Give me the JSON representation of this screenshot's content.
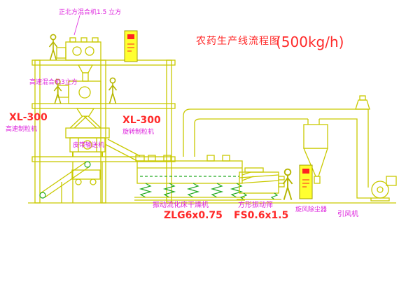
{
  "title": {
    "main": "农药生产线流程图",
    "capacity": "(500kg/h)"
  },
  "equipment_labels": {
    "top_mixer": "正北方混合机1.5 立方",
    "high_speed_mixer": "高速混合机3立方",
    "granulator_left": {
      "model": "XL-300",
      "name": "高速制粒机"
    },
    "granulator_right": {
      "model": "XL-300",
      "name": "旋转制粒机"
    },
    "belt_conveyor": "皮带输送机",
    "fluid_bed_dryer": {
      "name": "振动流化床干燥机",
      "model": "ZLG6x0.75"
    },
    "vibrating_screen": {
      "name": "方形振动筛",
      "model": "FS0.6x1.5"
    },
    "cyclone": "旋风除尘器",
    "fan": "引风机"
  },
  "colors": {
    "line_yellow": "#c9c900",
    "accent_green": "#22aa22",
    "label_magenta": "#dd22dd",
    "label_red": "#ff2a2a",
    "panel_yellow": "#ffff30"
  }
}
